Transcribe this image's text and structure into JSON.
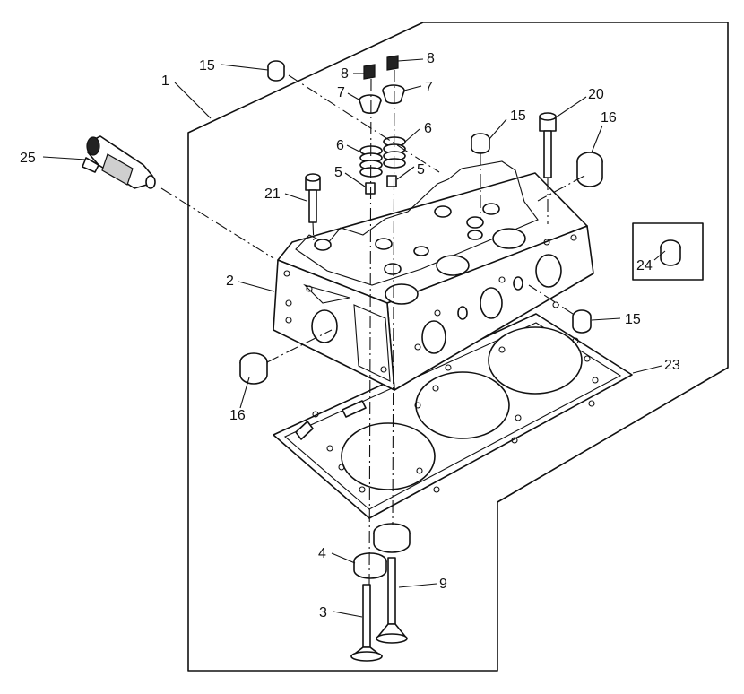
{
  "callouts": {
    "c1": "1",
    "c2": "2",
    "c3": "3",
    "c4": "4",
    "c5a": "5",
    "c5b": "5",
    "c6a": "6",
    "c6b": "6",
    "c7a": "7",
    "c7b": "7",
    "c8a": "8",
    "c8b": "8",
    "c9": "9",
    "c15a": "15",
    "c15b": "15",
    "c15c": "15",
    "c16a": "16",
    "c16b": "16",
    "c20": "20",
    "c21": "21",
    "c23": "23",
    "c24": "24",
    "c25": "25"
  }
}
